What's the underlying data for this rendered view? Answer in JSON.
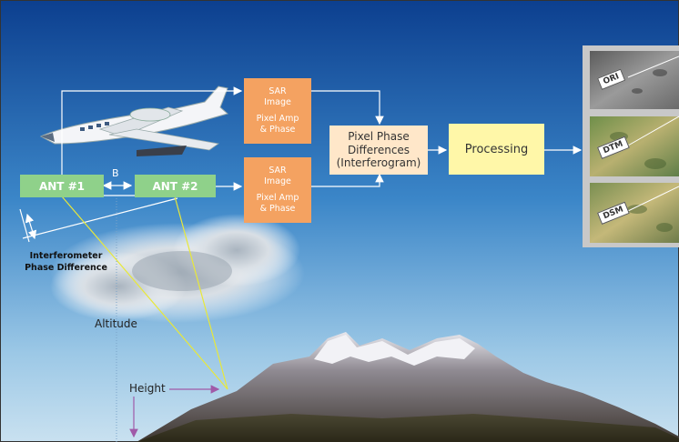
{
  "antennas": {
    "ant1": "ANT #1",
    "ant2": "ANT #2",
    "baseline": "B"
  },
  "sar_top": {
    "line1": "SAR",
    "line2": "Image",
    "line3": "Pixel Amp",
    "line4": "& Phase"
  },
  "sar_bottom": {
    "line1": "SAR",
    "line2": "Image",
    "line3": "Pixel Amp",
    "line4": "& Phase"
  },
  "phase_box": {
    "line1": "Pixel Phase",
    "line2": "Differences",
    "line3": "(Interferogram)"
  },
  "processing": "Processing",
  "outputs": [
    "ORI",
    "DTM",
    "DSM"
  ],
  "labels": {
    "interferometer_line1": "Interferometer",
    "interferometer_line2": "Phase Difference",
    "altitude": "Altitude",
    "height": "Height"
  },
  "colors": {
    "ant_box": "#8fd18a",
    "sar_box": "#f4a261",
    "phase_box": "#ffe7c9",
    "processing_box": "#fff7a8",
    "beam_lines": "#e8e83a",
    "height_arrow": "#a05aa8"
  }
}
